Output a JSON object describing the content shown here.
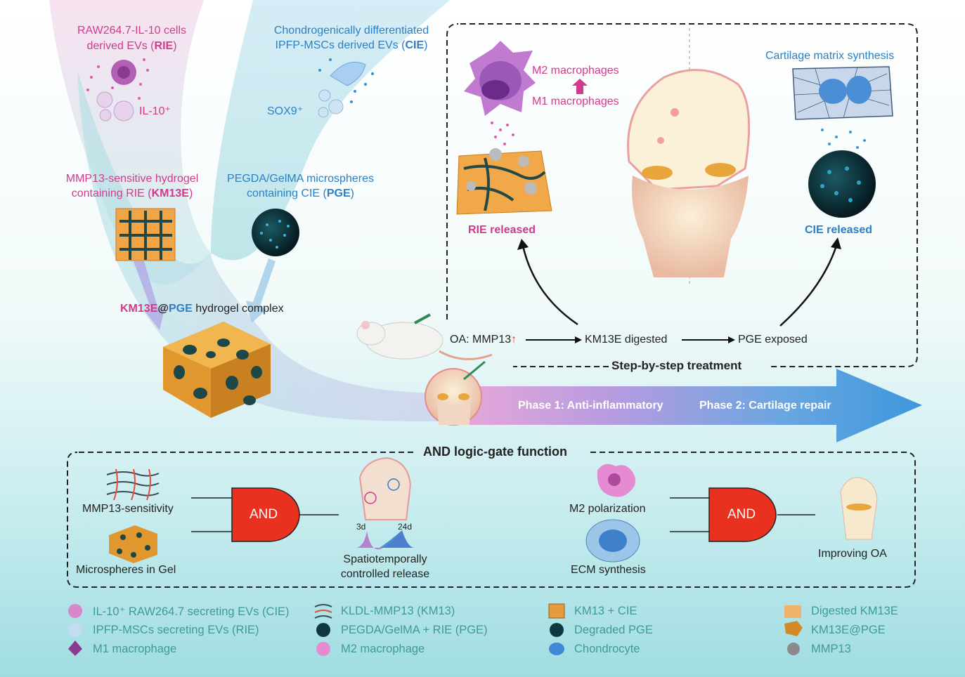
{
  "colors": {
    "pink": "#d23a8c",
    "blue": "#2c7fc4",
    "andGate": "#e8321f",
    "legendText": "#3d9a9c"
  },
  "top": {
    "rie_source_line1": "RAW264.7-IL-10 cells",
    "rie_source_line2_pre": "derived EVs (",
    "rie_source_line2_abbr": "RIE",
    "rie_source_line2_post": ")",
    "cie_source_line1": "Chondrogenically differentiated",
    "cie_source_line2_pre": "IPFP-MSCs derived EVs (",
    "cie_source_line2_abbr": "CIE",
    "cie_source_line2_post": ")",
    "il10_label": "IL-10⁺",
    "sox9_label": "SOX9⁺",
    "km13e_line1": "MMP13-sensitive hydrogel",
    "km13e_line2_pre": "containing RIE (",
    "km13e_line2_abbr": "KM13E",
    "km13e_line2_post": ")",
    "pge_line1": "PEGDA/GelMA microspheres",
    "pge_line2_pre": "containing CIE (",
    "pge_line2_abbr": "PGE",
    "pge_line2_post": ")",
    "complex_km13e": "KM13E",
    "complex_at": "@",
    "complex_pge": "PGE",
    "complex_rest": " hydrogel complex"
  },
  "treatment": {
    "m2_label": "M2 macrophages",
    "m1_label": "M1 macrophages",
    "rie_released": "RIE released",
    "cartilage_synthesis": "Cartilage matrix synthesis",
    "cie_released": "CIE released",
    "oa_prefix": "OA: MMP13",
    "up_arrow": "↑",
    "km13e_digested": "KM13E digested",
    "pge_exposed": "PGE exposed",
    "title": "Step-by-step treatment"
  },
  "phases": {
    "phase1": "Phase 1: Anti-inflammatory",
    "phase2": "Phase 2: Cartilage repair"
  },
  "logic": {
    "title": "AND logic-gate function",
    "mmp13": "MMP13-sensitivity",
    "microspheres": "Microspheres in Gel",
    "and1": "AND",
    "day3": "3d",
    "day24": "24d",
    "release_line1": "Spatiotemporally",
    "release_line2": "controlled release",
    "m2pol": "M2 polarization",
    "ecm": "ECM synthesis",
    "and2": "AND",
    "improving": "Improving OA"
  },
  "legend": [
    {
      "icon": "il10-evs-icon",
      "label": "IL-10⁺ RAW264.7 secreting EVs (CIE)"
    },
    {
      "icon": "ipfp-evs-icon",
      "label": "IPFP-MSCs secreting EVs (RIE)"
    },
    {
      "icon": "m1-macrophage-icon",
      "label": "M1 macrophage"
    },
    {
      "icon": "kldl-mesh-icon",
      "label": "KLDL-MMP13 (KM13)"
    },
    {
      "icon": "pegda-sphere-icon",
      "label": "PEGDA/GelMA + RIE (PGE)"
    },
    {
      "icon": "m2-macrophage-icon",
      "label": "M2 macrophage"
    },
    {
      "icon": "km13-cie-icon",
      "label": "KM13 + CIE"
    },
    {
      "icon": "degraded-pge-icon",
      "label": "Degraded PGE"
    },
    {
      "icon": "chondrocyte-icon",
      "label": "Chondrocyte"
    },
    {
      "icon": "digested-km13e-icon",
      "label": "Digested KM13E"
    },
    {
      "icon": "km13e-pge-icon",
      "label": "KM13E@PGE"
    },
    {
      "icon": "mmp13-icon",
      "label": "MMP13"
    }
  ]
}
